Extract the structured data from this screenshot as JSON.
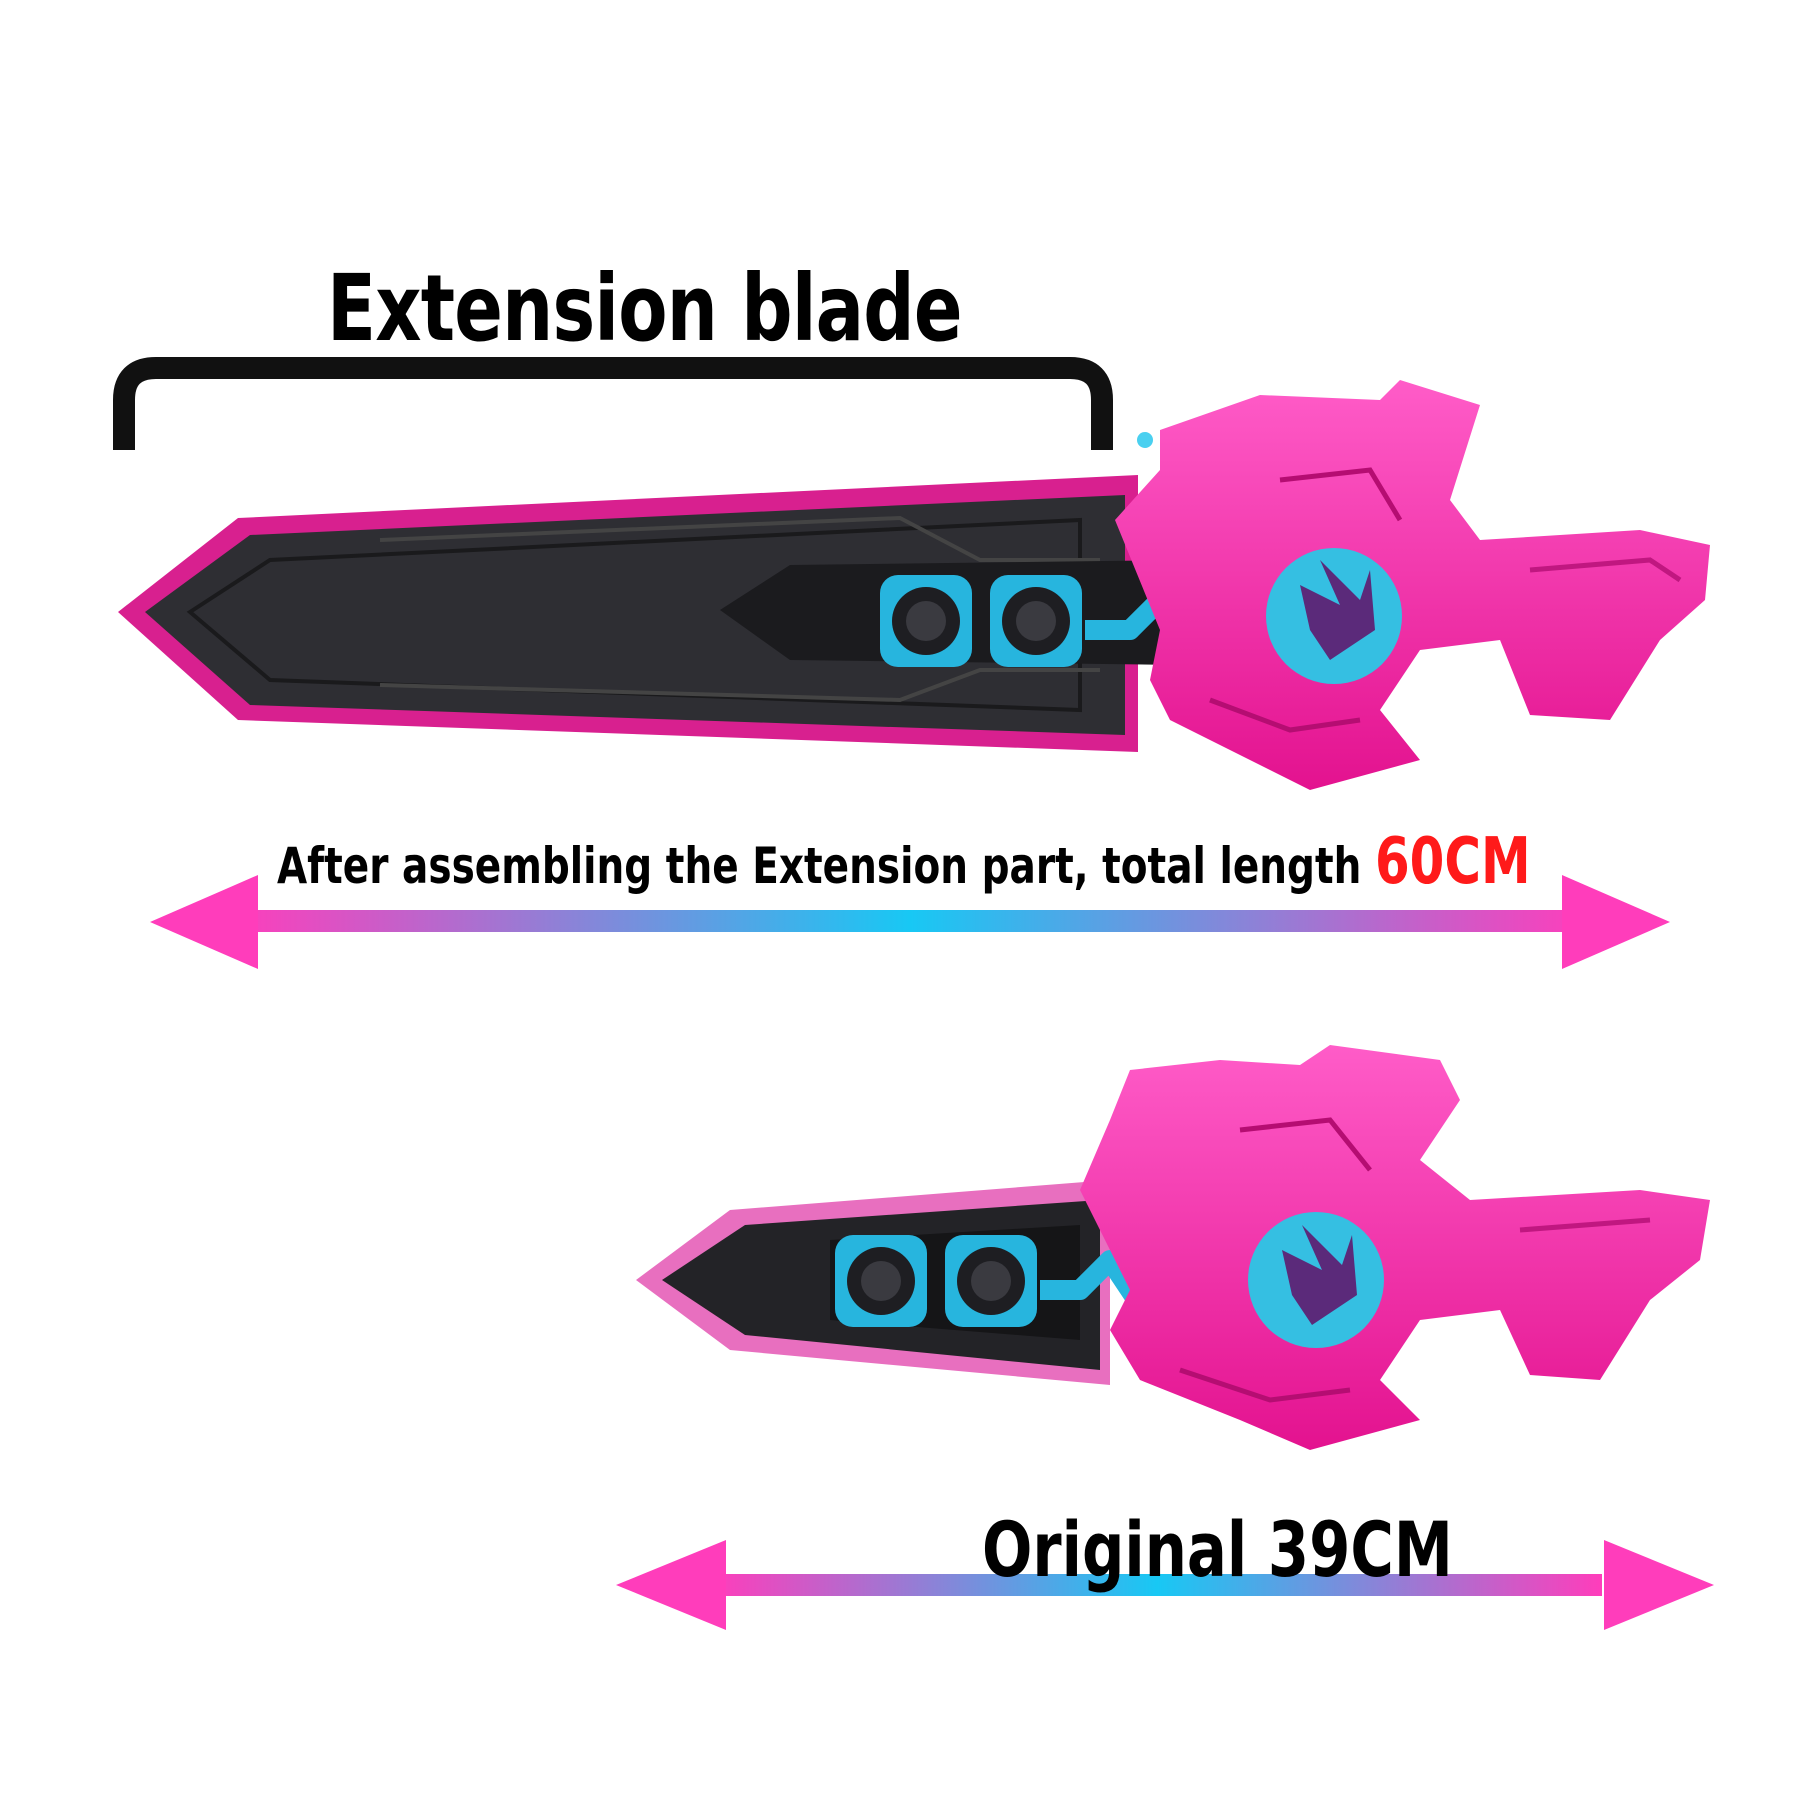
{
  "labels": {
    "extension_title": "Extension blade",
    "assembled_prefix": "After assembling the Extension part, total length ",
    "assembled_length": "60CM",
    "original_label": "Original 39CM"
  },
  "colors": {
    "magenta": "#ff2fb4",
    "cyan": "#1ec8f0",
    "blade_dark": "#2b2b2f",
    "highlight_red": "#ff1a1a"
  }
}
